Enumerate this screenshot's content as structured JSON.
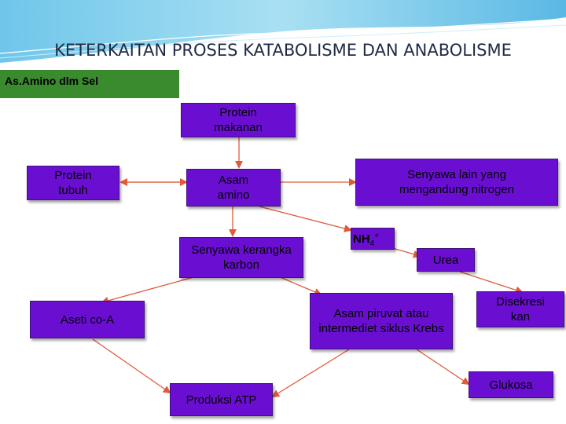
{
  "slide": {
    "title": "KETERKAITAN PROSES KATABOLISME DAN ANABOLISME",
    "tag": "As.Amino  dlm Sel"
  },
  "nodes": {
    "protein_makanan": "Protein makanan",
    "protein_tubuh": "Protein tubuh",
    "asam_amino": "Asam amino",
    "senyawa_nitrogen": "Senyawa lain yang mengandung nitrogen",
    "nh4_base": "NH",
    "nh4_sub": "4",
    "nh4_sup": "+",
    "senyawa_karbon": "Senyawa kerangka karbon",
    "urea": "Urea",
    "aseti_coa": "Aseti co-A",
    "asam_piruvat": "Asam piruvat atau intermediet siklus Krebs",
    "disekresi": "Disekresi kan",
    "produksi_atp": "Produksi ATP",
    "glukosa": "Glukosa"
  },
  "colors": {
    "node_fill": "#6a0fd2",
    "arrow": "#e05a3a",
    "tag_fill": "#3a8a2e",
    "title_band": "#4aa9d8"
  }
}
